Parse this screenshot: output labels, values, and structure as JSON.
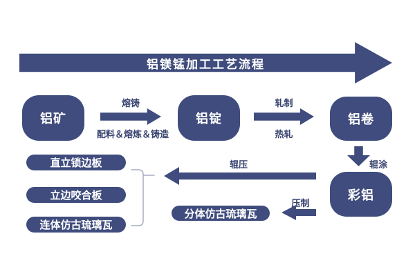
{
  "diagram": {
    "title": "铝镁锰加工工艺流程",
    "colors": {
      "shape": "#3f4c7d",
      "step_label": "#37426f",
      "text_on_shape": "#ffffff",
      "brace": "#a6abc4",
      "background": "#ffffff"
    },
    "nodes": {
      "ore": "铝矿",
      "ingot": "铝锭",
      "coil": "铝卷",
      "color_alu": "彩铝"
    },
    "steps": {
      "melt_cast": {
        "top": "熔铸",
        "bottom": "配料＆熔炼＆铸造"
      },
      "rolling": {
        "top": "轧制",
        "bottom": "热轧"
      },
      "roller_coat": "辊涂",
      "roll_press": "辊压",
      "press": "压制"
    },
    "products": {
      "standing_seam": "直立锁边板",
      "edge_bite": "立边咬合板",
      "connected_tile": "连体仿古琉璃瓦",
      "split_tile": "分体仿古琉璃瓦"
    }
  }
}
